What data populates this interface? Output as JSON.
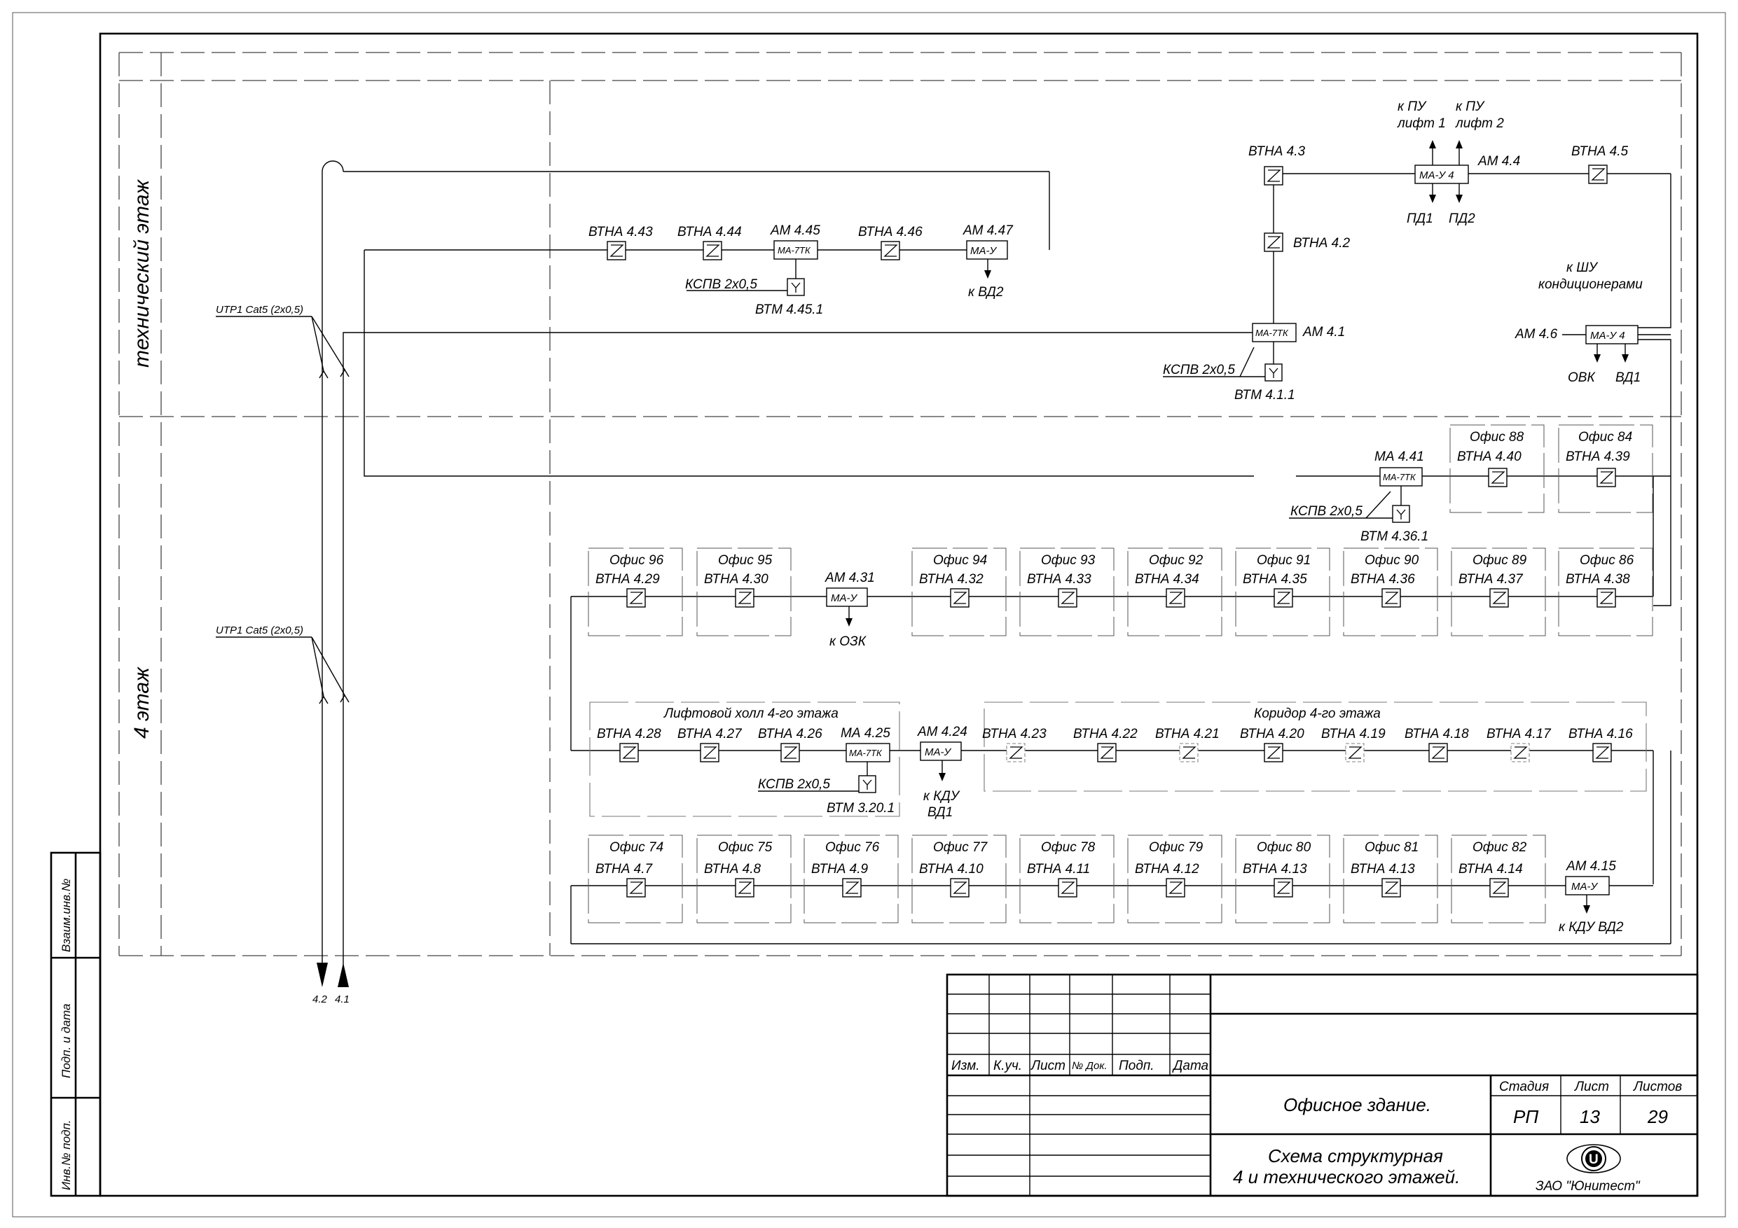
{
  "labels": {
    "tech_floor": "технический этаж",
    "floor4": "4 этаж",
    "cable": "UTP1 Cat5 (2x0,5)",
    "riser_down": "4.2",
    "riser_up": "4.1",
    "lift_hall": "Лифтовой холл 4-го этажа",
    "corridor": "Коридор 4-го этажа",
    "kspv": "КСПВ 2x0,5",
    "to_vd2": "к ВД2",
    "to_ozk": "к ОЗК",
    "to_kdu": "к КДУ",
    "vd1": "ВД1",
    "vd2": "ВД2",
    "to_kdu_vd2": "к КДУ  ВД2",
    "pu1_a": "к ПУ",
    "pu1_b": "лифт 1",
    "pu2_a": "к ПУ",
    "pu2_b": "лифт 2",
    "pd1": "ПД1",
    "pd2": "ПД2",
    "shu_a": "к ШУ",
    "shu_b": "кондиционерами",
    "ovk": "ОВК",
    "vtm_4_45_1": "ВТМ 4.45.1",
    "vtm_4_1_1": "ВТМ 4.1.1",
    "vtm_4_36_1": "ВТМ 4.36.1",
    "vtm_3_20_1": "ВТМ 3.20.1"
  },
  "modules": {
    "am_4_45": {
      "name": "АМ 4.45",
      "type": "МА-7ТК"
    },
    "am_4_47": {
      "name": "АМ 4.47",
      "type": "МА-У"
    },
    "am_4_4": {
      "name": "АМ 4.4",
      "type": "МА-У 4"
    },
    "am_4_1": {
      "name": "АМ 4.1",
      "type": "МА-7ТК"
    },
    "am_4_6": {
      "name": "АМ 4.6",
      "type": "МА-У 4"
    },
    "ma_4_41": {
      "name": "МА 4.41",
      "type": "МА-7ТК"
    },
    "am_4_31": {
      "name": "АМ 4.31",
      "type": "МА-У"
    },
    "ma_4_25": {
      "name": "МА 4.25",
      "type": "МА-7ТК"
    },
    "am_4_24": {
      "name": "АМ 4.24",
      "type": "МА-У"
    },
    "am_4_15": {
      "name": "АМ 4.15",
      "type": "МА-У"
    }
  },
  "tech_sensors": [
    "ВТНА 4.43",
    "ВТНА 4.44",
    "ВТНА 4.46",
    "ВТНА 4.3",
    "ВТНА 4.2",
    "ВТНА 4.5"
  ],
  "row1": [
    {
      "office": "Офис 88",
      "sensor": "ВТНА 4.40"
    },
    {
      "office": "Офис 84",
      "sensor": "ВТНА 4.39"
    }
  ],
  "row2_left": [
    {
      "office": "Офис 96",
      "sensor": "ВТНА 4.29"
    },
    {
      "office": "Офис 95",
      "sensor": "ВТНА 4.30"
    }
  ],
  "row2_right": [
    {
      "office": "Офис 94",
      "sensor": "ВТНА 4.32"
    },
    {
      "office": "Офис 93",
      "sensor": "ВТНА 4.33"
    },
    {
      "office": "Офис 92",
      "sensor": "ВТНА 4.34"
    },
    {
      "office": "Офис 91",
      "sensor": "ВТНА 4.35"
    },
    {
      "office": "Офис 90",
      "sensor": "ВТНА 4.36"
    },
    {
      "office": "Офис 89",
      "sensor": "ВТНА 4.37"
    },
    {
      "office": "Офис 86",
      "sensor": "ВТНА 4.38"
    }
  ],
  "lift_sensors": [
    "ВТНА 4.28",
    "ВТНА 4.27",
    "ВТНА 4.26"
  ],
  "corridor_sensors": [
    "ВТНА 4.23",
    "ВТНА 4.22",
    "ВТНА 4.21",
    "ВТНА 4.20",
    "ВТНА 4.19",
    "ВТНА 4.18",
    "ВТНА 4.17",
    "ВТНА 4.16"
  ],
  "row4": [
    {
      "office": "Офис 74",
      "sensor": "ВТНА 4.7"
    },
    {
      "office": "Офис 75",
      "sensor": "ВТНА 4.8"
    },
    {
      "office": "Офис 76",
      "sensor": "ВТНА 4.9"
    },
    {
      "office": "Офис 77",
      "sensor": "ВТНА 4.10"
    },
    {
      "office": "Офис 78",
      "sensor": "ВТНА 4.11"
    },
    {
      "office": "Офис 79",
      "sensor": "ВТНА 4.12"
    },
    {
      "office": "Офис 80",
      "sensor": "ВТНА 4.13"
    },
    {
      "office": "Офис 81",
      "sensor": "ВТНА 4.13"
    },
    {
      "office": "Офис 82",
      "sensor": "ВТНА 4.14"
    }
  ],
  "side_stamp": {
    "vzam": "Взаим.инв.№",
    "podp": "Подп. и дата",
    "inv": "Инв.№ подп."
  },
  "title_block": {
    "cols": [
      "Изм.",
      "К.уч.",
      "Лист",
      "№ Док.",
      "Подп.",
      "Дата"
    ],
    "object": "Офисное здание.",
    "title_l1": "Схема структурная",
    "title_l2": "4 и технического  этажей.",
    "stage_h": "Стадия",
    "sheet_h": "Лист",
    "sheets_h": "Листов",
    "stage": "РП",
    "sheet": "13",
    "sheets": "29",
    "logo_letter": "U",
    "company": "ЗАО \"Юнитест\""
  }
}
